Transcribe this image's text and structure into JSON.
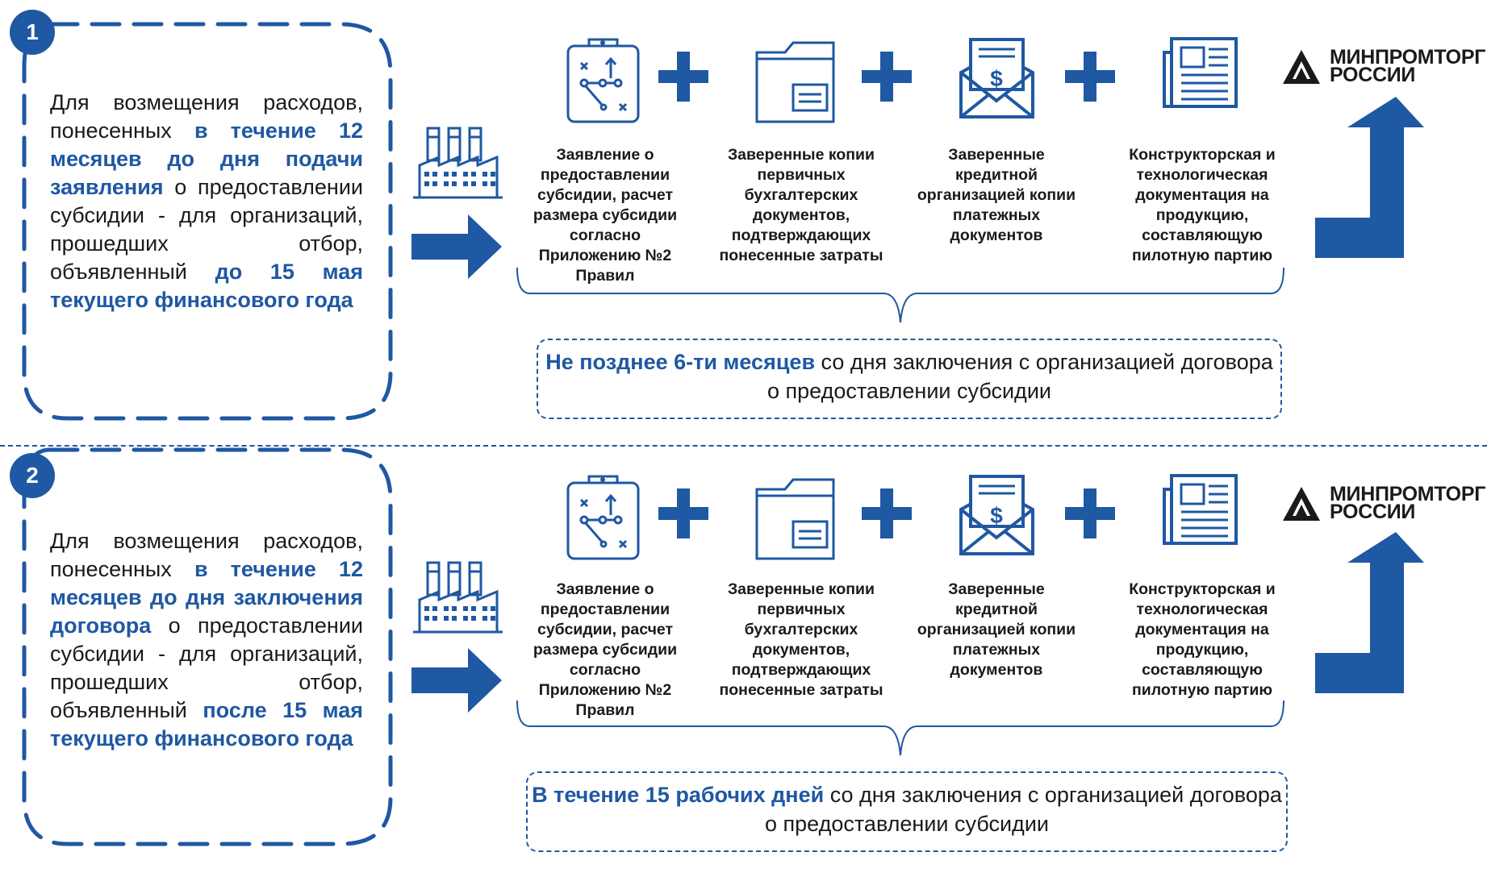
{
  "colors": {
    "accent": "#1f58a3",
    "text": "#1a1a1a"
  },
  "rows": [
    {
      "number": "1",
      "condition": {
        "p1": "Для возмещения расходов, понесенных ",
        "h1": "в течение 12 месяцев до дня подачи заявления",
        "p2": " о предоставлении субсидии - для организаций, прошедших отбор, объявленный ",
        "h2": "до 15 мая текущего финансового года"
      },
      "documents": [
        {
          "icon": "clipboard-strategy-icon",
          "label": "Заявление о предоставлении субсидии, расчет размера субсидии согласно Приложению №2 Правил"
        },
        {
          "icon": "folder-document-icon",
          "label": "Заверенные копии первичных бухгалтерских документов, подтверждающих понесенные затраты"
        },
        {
          "icon": "envelope-dollar-icon",
          "label": "Заверенные кредитной организацией копии платежных документов"
        },
        {
          "icon": "newspaper-icon",
          "label": "Конструкторская и технологическая документация на продукцию, составляющую пилотную партию"
        }
      ],
      "deadline": {
        "highlight": "Не позднее 6-ти месяцев",
        "rest": " со дня заключения с организацией договора о предоставлении субсидии"
      },
      "logo": {
        "line1": "МИНПРОМТОРГ",
        "line2": "РОССИИ"
      }
    },
    {
      "number": "2",
      "condition": {
        "p1": "Для возмещения расходов, понесенных ",
        "h1": "в течение 12 месяцев до дня заключения договора",
        "p2": " о предоставлении субсидии - для организаций, прошедших отбор, объявленный ",
        "h2": "после 15 мая текущего финансового года"
      },
      "documents": [
        {
          "icon": "clipboard-strategy-icon",
          "label": "Заявление о предоставлении субсидии, расчет размера субсидии согласно Приложению №2 Правил"
        },
        {
          "icon": "folder-document-icon",
          "label": "Заверенные копии первичных бухгалтерских документов, подтверждающих понесенные затраты"
        },
        {
          "icon": "envelope-dollar-icon",
          "label": "Заверенные кредитной организацией копии платежных документов"
        },
        {
          "icon": "newspaper-icon",
          "label": "Конструкторская и технологическая документация на продукцию, составляющую пилотную партию"
        }
      ],
      "deadline": {
        "highlight": "В течение 15 рабочих дней",
        "rest": " со дня заключения с организацией договора о предоставлении субсидии"
      },
      "logo": {
        "line1": "МИНПРОМТОРГ",
        "line2": "РОССИИ"
      }
    }
  ]
}
